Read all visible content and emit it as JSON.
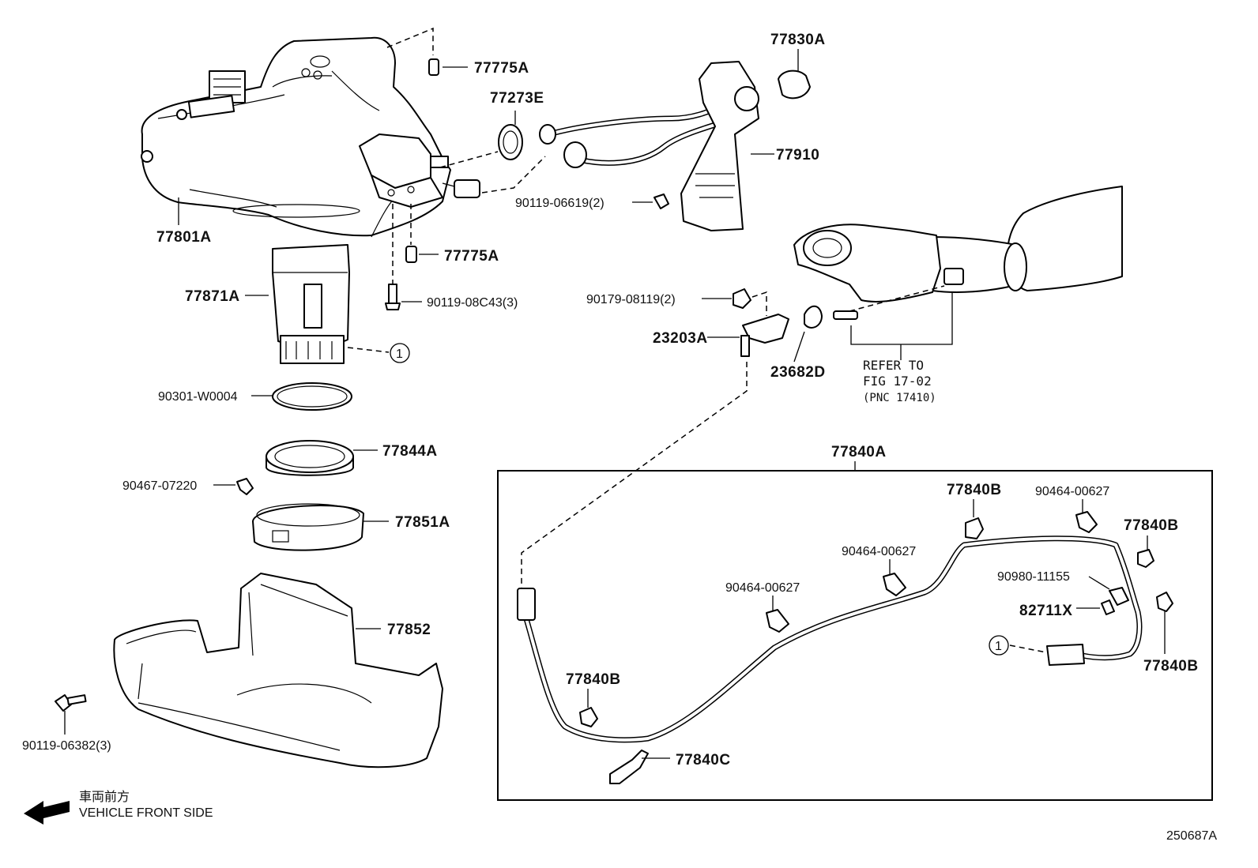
{
  "diagram": {
    "parts": {
      "p77801A": "77801A",
      "p77775A_top": "77775A",
      "p77273E": "77273E",
      "p77830A": "77830A",
      "p77910": "77910",
      "p90119_06619": "90119-06619(2)",
      "p77775A_low": "77775A",
      "p77871A": "77871A",
      "p90119_08C43": "90119-08C43(3)",
      "p90179_08119": "90179-08119(2)",
      "p23203A": "23203A",
      "p23682D": "23682D",
      "p90301_W0004": "90301-W0004",
      "p77844A": "77844A",
      "p90467_07220": "90467-07220",
      "p77851A": "77851A",
      "p77852": "77852",
      "p90119_06382": "90119-06382(3)",
      "p77840A": "77840A",
      "p77840B_1": "77840B",
      "p90464_00627_1": "90464-00627",
      "p77840B_2": "77840B",
      "p90464_00627_2": "90464-00627",
      "p90980_11155": "90980-11155",
      "p90464_00627_3": "90464-00627",
      "p82711X": "82711X",
      "p77840B_3": "77840B",
      "p77840B_4": "77840B",
      "p77840C": "77840C"
    },
    "refer": {
      "line1": "REFER TO",
      "line2": "FIG 17-02",
      "line3": "(PNC 17410)"
    },
    "callout": "1",
    "direction": {
      "jp": "車両前方",
      "en": "VEHICLE FRONT SIDE"
    },
    "figure_id": "250687A"
  }
}
